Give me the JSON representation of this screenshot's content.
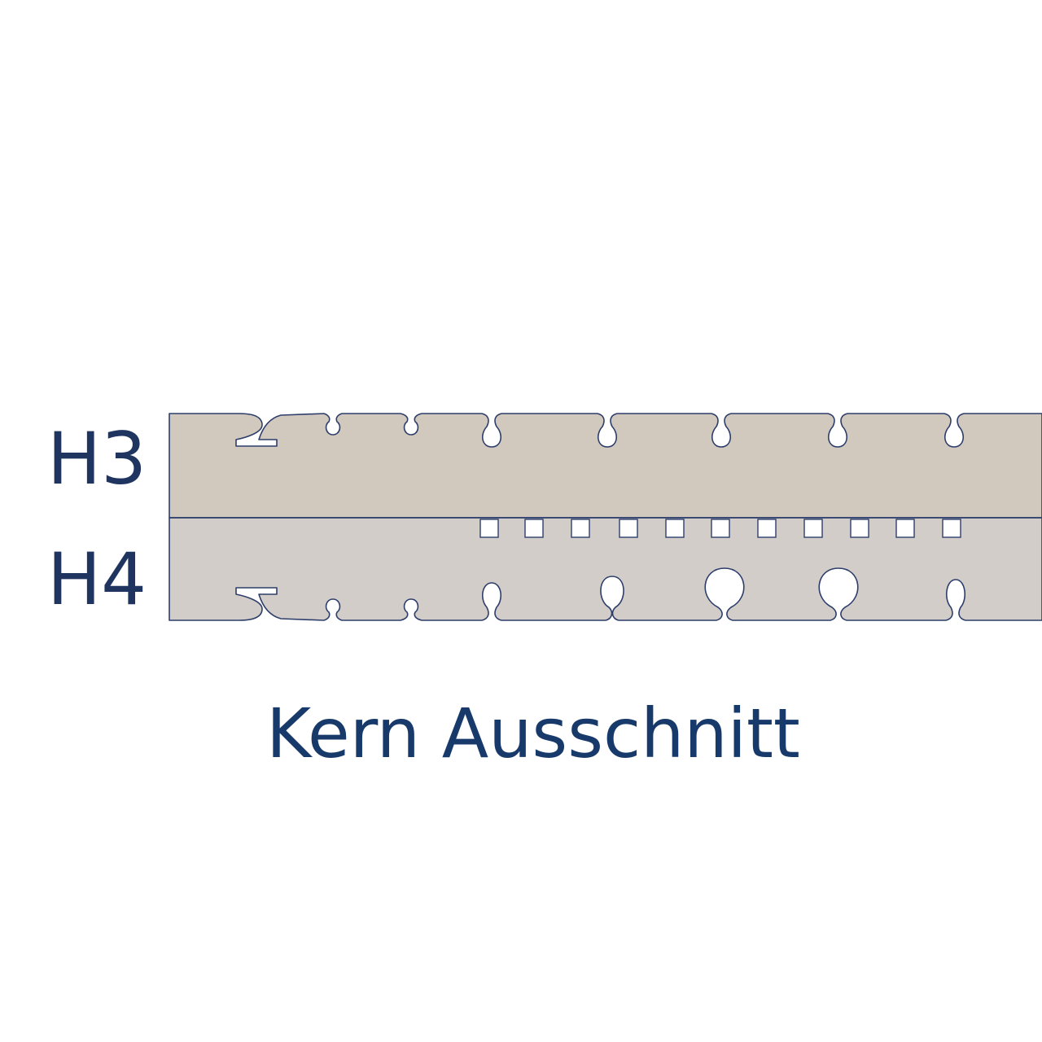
{
  "rows": [
    {
      "label": "H3",
      "color": "#d1c8be"
    },
    {
      "label": "H4",
      "color": "#d3cdc9"
    }
  ],
  "caption": "Kern Ausschnitt",
  "colors": {
    "outline": "#2d3e6b",
    "label": "#1f3560",
    "caption": "#183a6b",
    "background": "#ffffff"
  }
}
